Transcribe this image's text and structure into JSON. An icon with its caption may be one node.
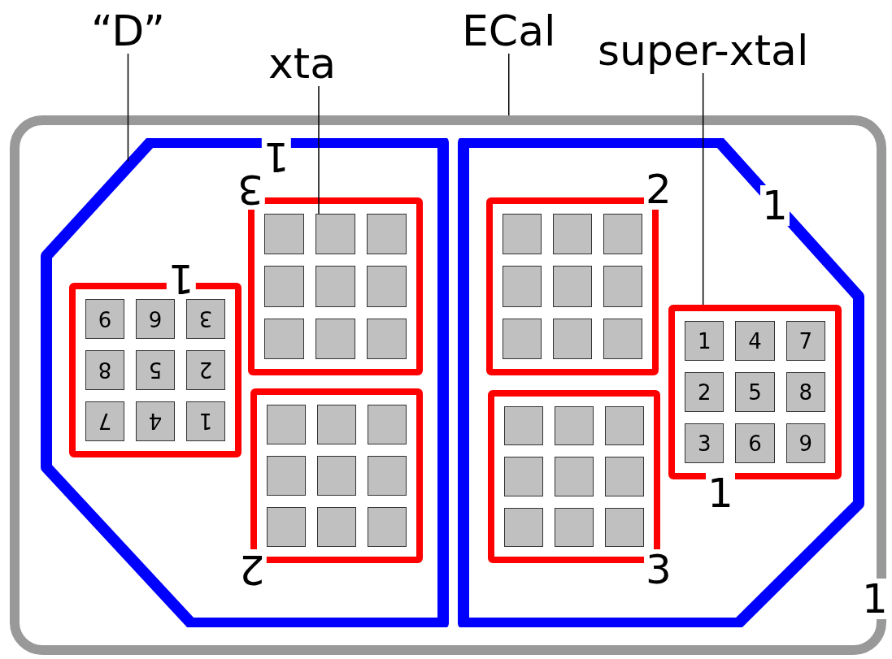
{
  "diagram": {
    "nodes": [
      {
        "text": [
          "“D”"
        ]
      },
      {
        "text": [
          "xta"
        ]
      },
      {
        "text": [
          "ECal"
        ]
      },
      {
        "text": [
          "super-xtal"
        ]
      },
      {
        "text": [],
        "shape": "box",
        "beside": [
          "1"
        ]
      },
      {
        "text": [],
        "shape": "octagon",
        "in": 4,
        "beside": [
          "1"
        ]
      },
      {
        "text": [],
        "shape": "box",
        "in": 5,
        "beside": [
          "1"
        ]
      },
      {
        "text": [
          "9"
        ],
        "in": 6
      },
      {
        "text": [
          "6"
        ],
        "in": 6
      },
      {
        "text": [
          "3"
        ],
        "in": 6
      },
      {
        "text": [
          "8"
        ],
        "in": 6
      },
      {
        "text": [
          "5"
        ],
        "in": 6
      },
      {
        "text": [
          "2"
        ],
        "in": 6
      },
      {
        "text": [
          "7"
        ],
        "in": 6
      },
      {
        "text": [
          "4"
        ],
        "in": 6
      },
      {
        "text": [
          "1"
        ],
        "in": 6
      },
      {
        "text": [],
        "shape": "box",
        "in": 5,
        "beside": [
          "3"
        ]
      },
      {
        "text": [],
        "shape": "box",
        "in": 16
      },
      {
        "text": [],
        "shape": "box",
        "in": 16
      },
      {
        "text": [],
        "shape": "box",
        "in": 16
      },
      {
        "text": [],
        "shape": "box",
        "in": 16
      },
      {
        "text": [],
        "shape": "box",
        "in": 16
      },
      {
        "text": [],
        "shape": "box",
        "in": 16
      },
      {
        "text": [],
        "shape": "box",
        "in": 16
      },
      {
        "text": [],
        "shape": "box",
        "in": 16
      },
      {
        "text": [],
        "shape": "box",
        "in": 16
      },
      {
        "text": [],
        "shape": "box",
        "in": 5,
        "beside": [
          "2"
        ]
      },
      {
        "text": [],
        "shape": "box",
        "in": 26
      },
      {
        "text": [],
        "shape": "box",
        "in": 26
      },
      {
        "text": [],
        "shape": "box",
        "in": 26
      },
      {
        "text": [],
        "shape": "box",
        "in": 26
      },
      {
        "text": [],
        "shape": "box",
        "in": 26
      },
      {
        "text": [],
        "shape": "box",
        "in": 26
      },
      {
        "text": [],
        "shape": "box",
        "in": 26
      },
      {
        "text": [],
        "shape": "box",
        "in": 26
      },
      {
        "text": [],
        "shape": "box",
        "in": 26
      },
      {
        "text": [],
        "shape": "octagon",
        "in": 4,
        "beside": [
          "1"
        ]
      },
      {
        "text": [],
        "shape": "box",
        "in": 36,
        "beside": [
          "2"
        ]
      },
      {
        "text": [],
        "shape": "box",
        "in": 37
      },
      {
        "text": [],
        "shape": "box",
        "in": 37
      },
      {
        "text": [],
        "shape": "box",
        "in": 37
      },
      {
        "text": [],
        "shape": "box",
        "in": 37
      },
      {
        "text": [],
        "shape": "box",
        "in": 37
      },
      {
        "text": [],
        "shape": "box",
        "in": 37
      },
      {
        "text": [],
        "shape": "box",
        "in": 37
      },
      {
        "text": [],
        "shape": "box",
        "in": 37
      },
      {
        "text": [],
        "shape": "box",
        "in": 37
      },
      {
        "text": [],
        "shape": "box",
        "in": 36,
        "beside": [
          "3"
        ]
      },
      {
        "text": [],
        "shape": "box",
        "in": 47
      },
      {
        "text": [],
        "shape": "box",
        "in": 47
      },
      {
        "text": [],
        "shape": "box",
        "in": 47
      },
      {
        "text": [],
        "shape": "box",
        "in": 47
      },
      {
        "text": [],
        "shape": "box",
        "in": 47
      },
      {
        "text": [],
        "shape": "box",
        "in": 47
      },
      {
        "text": [],
        "shape": "box",
        "in": 47
      },
      {
        "text": [],
        "shape": "box",
        "in": 47
      },
      {
        "text": [],
        "shape": "box",
        "in": 47
      },
      {
        "text": [],
        "shape": "box",
        "in": 36,
        "beside": [
          "1"
        ]
      },
      {
        "text": [
          "1"
        ],
        "in": 57
      },
      {
        "text": [
          "4"
        ],
        "in": 57
      },
      {
        "text": [
          "7"
        ],
        "in": 57
      },
      {
        "text": [
          "2"
        ],
        "in": 57
      },
      {
        "text": [
          "5"
        ],
        "in": 57
      },
      {
        "text": [
          "8"
        ],
        "in": 57
      },
      {
        "text": [
          "3"
        ],
        "in": 57
      },
      {
        "text": [
          "6"
        ],
        "in": 57
      },
      {
        "text": [
          "9"
        ],
        "in": 57
      }
    ],
    "edges": [
      {
        "from": 0,
        "to": 5,
        "arrow": "none"
      },
      {
        "from": 1,
        "to": 18,
        "arrow": "none"
      },
      {
        "from": 2,
        "to": 4,
        "arrow": "none"
      },
      {
        "from": 3,
        "to": 57,
        "arrow": "none"
      }
    ]
  }
}
